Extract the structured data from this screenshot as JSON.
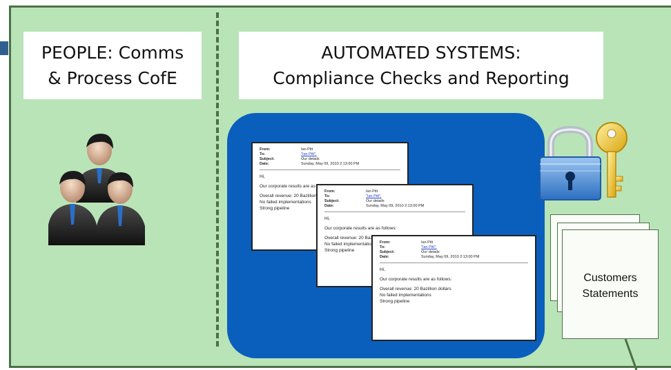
{
  "people_panel": {
    "title_line1": "PEOPLE: Comms",
    "title_line2": "& Process CofE"
  },
  "systems_panel": {
    "title_line1": "AUTOMATED SYSTEMS:",
    "title_line2": "Compliance Checks and Reporting"
  },
  "emails": [
    {
      "from_label": "From:",
      "from_value": "Ian Pitt",
      "to_label": "To:",
      "to_value": "\"Ian Pitt\";",
      "subject_label": "Subject:",
      "subject_value": "Our details",
      "date_label": "Date:",
      "date_value": "Sunday, May 09, 2010 2:13:00 PM",
      "greeting": "Hi,",
      "intro": "Our corporate results are as follows:",
      "line1": "Overall revenue: 20 Bazillion dollars",
      "line2": "No failed implementations",
      "line3": "Strong pipeline"
    },
    {
      "from_label": "From:",
      "from_value": "Ian Pitt",
      "to_label": "To:",
      "to_value": "\"Ian Pitt\";",
      "subject_label": "Subject:",
      "subject_value": "Our details",
      "date_label": "Date:",
      "date_value": "Sunday, May 09, 2010 2:13:00 PM",
      "greeting": "Hi,",
      "intro": "Our corporate results are as follows:",
      "line1": "Overall revenue: 20 Bazillion dollars",
      "line2": "No failed implementations",
      "line3": "Strong pipeline"
    },
    {
      "from_label": "From:",
      "from_value": "Ian Pitt",
      "to_label": "To:",
      "to_value": "\"Ian Pitt\";",
      "subject_label": "Subject:",
      "subject_value": "Our details",
      "date_label": "Date:",
      "date_value": "Sunday, May 09, 2010 2:13:00 PM",
      "greeting": "Hi,",
      "intro": "Our corporate results are as follows:",
      "line1": "Overall revenue: 20 Bazillion dollars",
      "line2": "No failed implementations",
      "line3": "Strong pipeline"
    }
  ],
  "statements": {
    "line1": "Customers",
    "line2": "Statements"
  },
  "icons": {
    "people": "people-group-icon",
    "security": "padlock-key-icon"
  },
  "colors": {
    "panel_green": "#b9e4b8",
    "panel_border": "#4c6f47",
    "systems_blue": "#0a5fbd",
    "label_white": "#ffffff"
  }
}
